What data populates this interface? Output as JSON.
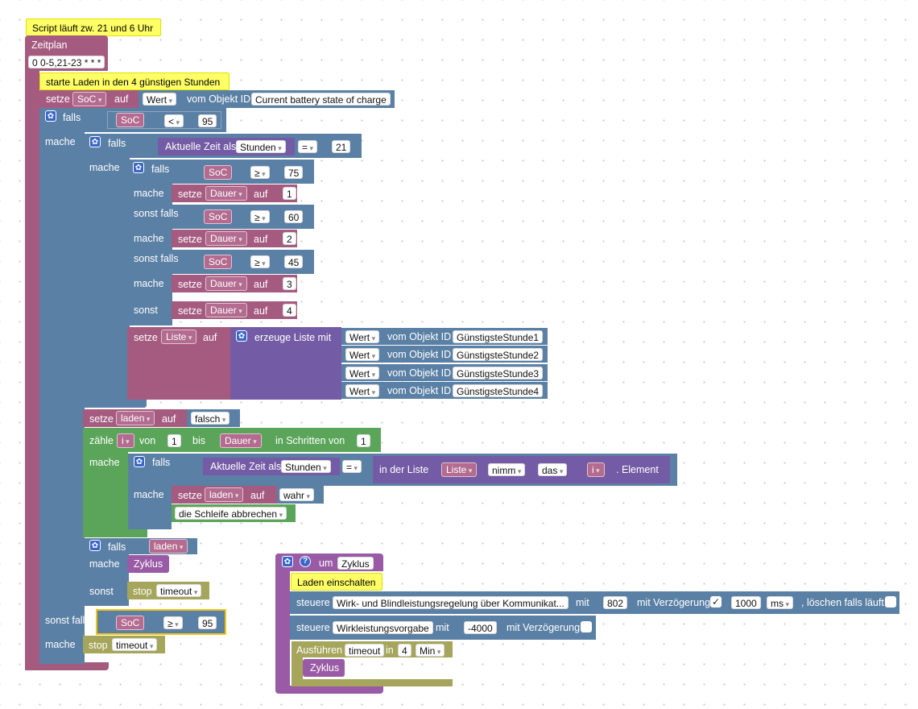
{
  "comments": {
    "script": "Script läuft zw. 21 und 6 Uhr",
    "laden": "starte Laden in den 4 günstigen Stunden",
    "einschalten": "Laden einschalten"
  },
  "kw": {
    "zeitplan": "Zeitplan",
    "setze": "setze",
    "auf": "auf",
    "falls": "falls",
    "mache": "mache",
    "sonst_falls": "sonst falls",
    "sonst": "sonst",
    "wert_vom_objekt": "vom Objekt ID",
    "aktuelle_zeit": "Aktuelle Zeit als",
    "erzeuge_liste": "erzeuge Liste mit",
    "zaehle": "zähle",
    "von": "von",
    "bis": "bis",
    "in_schritten": "in Schritten von",
    "in_der_liste": "in der Liste",
    "element": ". Element",
    "stop": "stop",
    "um": "um",
    "steuere": "steuere",
    "mit": "mit",
    "mit_verzoegerung": "mit Verzögerung",
    "loeschen": ", löschen falls läuft",
    "ausfuehren": "Ausführen",
    "in": "in"
  },
  "schedule": "0 0-5,21-23 * * *",
  "vars": {
    "soc": "SoC",
    "dauer": "Dauer",
    "liste": "Liste",
    "laden": "laden",
    "i": "i",
    "zyklus": "Zyklus",
    "timeout": "timeout"
  },
  "dropdowns": {
    "wert": "Wert",
    "stunden": "Stunden",
    "lt": "<",
    "eq": "=",
    "ge": "≥",
    "nimm": "nimm",
    "das": "das",
    "ms": "ms",
    "min": "Min",
    "falsch": "falsch",
    "wahr": "wahr",
    "break": "die Schleife abbrechen"
  },
  "object_ids": {
    "battery": "Current battery state of charge",
    "s1": "GünstigsteStunde1",
    "s2": "GünstigsteStunde2",
    "s3": "GünstigsteStunde3",
    "s4": "GünstigsteStunde4",
    "wirk_blind": "Wirk- und Blindleistungsregelung über Kommunikat...",
    "wirkvorgabe": "Wirkleistungsvorgabe"
  },
  "numbers": {
    "n95": "95",
    "n21": "21",
    "n75": "75",
    "n60": "60",
    "n45": "45",
    "n1": "1",
    "n2": "2",
    "n3": "3",
    "n4": "4",
    "n802": "802",
    "n1000": "1000",
    "n_minus4000": "-4000",
    "min4": "4"
  },
  "checkmark": "✓",
  "colors": {
    "events": "#a55b80",
    "logic": "#5b80a5",
    "loops": "#5ba55b",
    "variables": "#a55b80",
    "lists": "#745ba5",
    "timeouts": "#a5a55b",
    "procedures": "#995ba5",
    "comment": "#ffff66"
  }
}
